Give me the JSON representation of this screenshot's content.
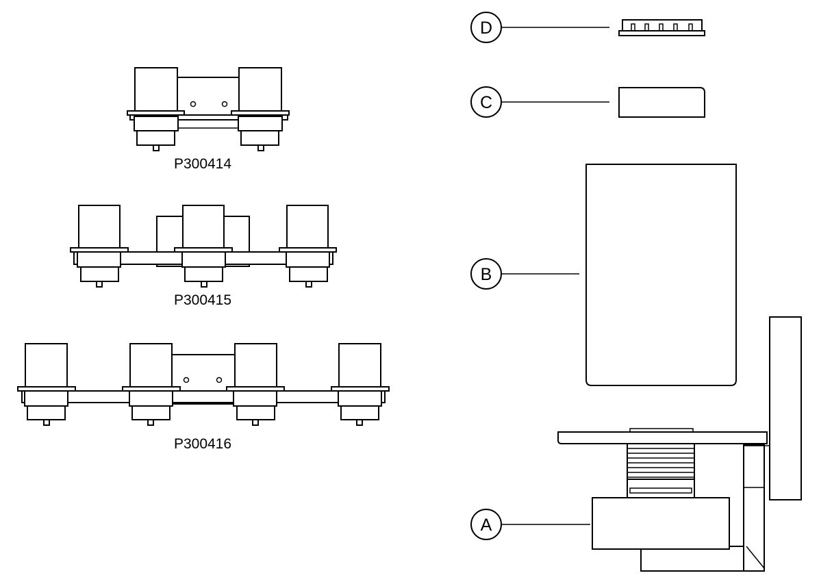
{
  "fixtures": [
    {
      "model": "P300414"
    },
    {
      "model": "P300415"
    },
    {
      "model": "P300416"
    }
  ],
  "callouts": [
    {
      "letter": "D"
    },
    {
      "letter": "C"
    },
    {
      "letter": "B"
    },
    {
      "letter": "A"
    }
  ]
}
